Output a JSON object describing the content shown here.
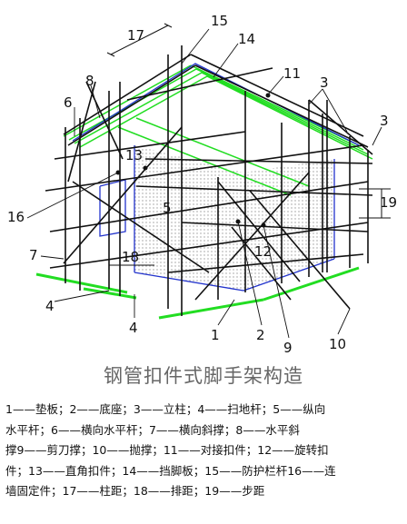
{
  "figure": {
    "labels": {
      "n1": "1",
      "n2": "2",
      "n3a": "3",
      "n3b": "3",
      "n4a": "4",
      "n4b": "4",
      "n5": "5",
      "n6": "6",
      "n7": "7",
      "n8": "8",
      "n9": "9",
      "n10": "10",
      "n11": "11",
      "n12": "12",
      "n13": "13",
      "n14": "14",
      "n15": "15",
      "n16": "16",
      "n17": "17",
      "n18": "18",
      "n19": "19"
    },
    "colors": {
      "pipe": "#111111",
      "plank": "#22dd22",
      "screen": "#2233cc",
      "mesh": "#888888"
    }
  },
  "title": "钢管扣件式脚手架构造",
  "legend": [
    "1——垫板；2——底座；3——立柱；4——扫地杆；5——纵向",
    "水平杆；6——横向水平杆；7——横向斜撑；8——水平斜",
    "撑9——剪刀撑；10——抛撑；11——对接扣件；12——旋转扣",
    "件；13——直角扣件；14——挡脚板；15——防护栏杆16——连",
    "墙固定件；17——柱距；18——排距；19——步距"
  ]
}
